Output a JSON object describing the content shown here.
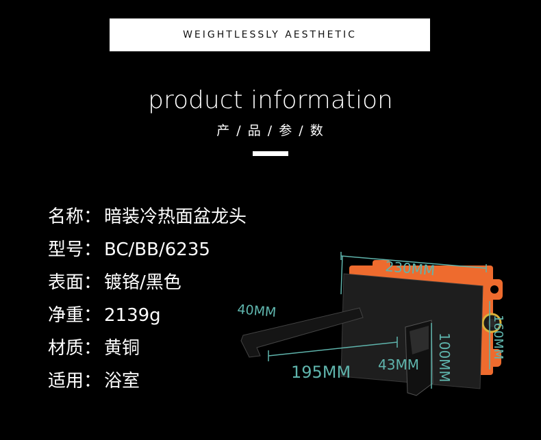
{
  "banner": {
    "text": "WEIGHTLESSLY AESTHETIC"
  },
  "heading": {
    "title": "product information",
    "subtitle": "产 / 品 / 参 / 数"
  },
  "specs": [
    {
      "label": "名称：",
      "value": "暗装冷热面盆龙头"
    },
    {
      "label": "型号：",
      "value": "BC/BB/6235"
    },
    {
      "label": "表面：",
      "value": "镀铬/黑色"
    },
    {
      "label": "净重：",
      "value": "2139g"
    },
    {
      "label": "材质：",
      "value": "黄铜"
    },
    {
      "label": "适用：",
      "value": "浴室"
    }
  ],
  "dimensions": {
    "width": "230MM",
    "spout_height": "40MM",
    "spout_length": "195MM",
    "handle_width": "43MM",
    "plate_height": "100MM",
    "box_height": "160MM"
  },
  "colors": {
    "background": "#000000",
    "accent": "#ee6b2e",
    "dimension": "#5fb5ad"
  }
}
